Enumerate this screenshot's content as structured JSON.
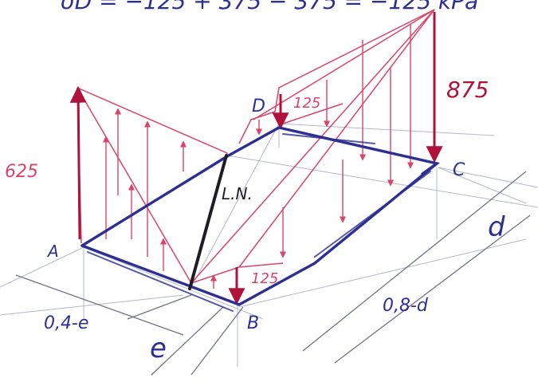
{
  "colors": {
    "blue": "#2d2f92",
    "red": "#b0123a",
    "pink": "#d8446a",
    "black": "#1d1d24",
    "grey": "#6f7484",
    "light": "#b2b8c8"
  },
  "equation": {
    "text": "σD = −125 + 375 − 375 = −125 kPa"
  },
  "values": {
    "a": "625",
    "d": "125",
    "c": "875",
    "b": "125"
  },
  "corners": {
    "a": "A",
    "b": "B",
    "c": "C",
    "d": "D"
  },
  "neutral_axis": "L.N.",
  "dimensions": {
    "left": "0,4-e",
    "right": "0,8-d",
    "e": "e",
    "d": "d"
  }
}
